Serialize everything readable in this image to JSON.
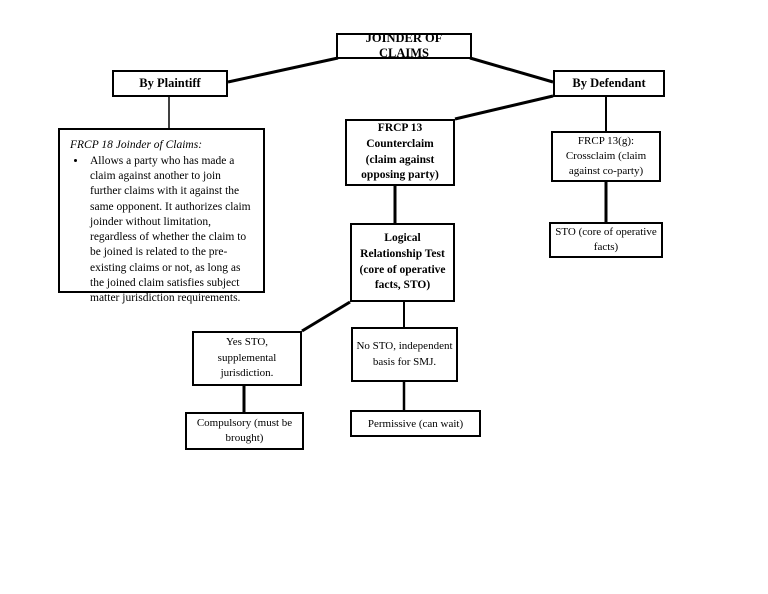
{
  "diagram": {
    "title": "JOINDER OF CLAIMS",
    "nodes": {
      "root": {
        "label": "JOINDER OF CLAIMS"
      },
      "by_plaintiff": {
        "label": "By Plaintiff"
      },
      "by_defendant": {
        "label": "By Defendant"
      },
      "frcp18": {
        "heading": "FRCP 18 Joinder of Claims:",
        "bullets": [
          "Allows a party who has made a claim against another to join further claims with it against the same opponent. It authorizes claim joinder without limitation, regardless of whether the claim to be joined is related to the pre-existing claims or not, as long as the joined claim satisfies subject matter jurisdiction requirements."
        ]
      },
      "frcp13": {
        "label": "FRCP 13 Counterclaim (claim against opposing party)"
      },
      "frcp13g": {
        "label": "FRCP 13(g): Crossclaim (claim against co-party)"
      },
      "sto_right": {
        "label": "STO (core of operative facts)"
      },
      "logical_test": {
        "label": "Logical Relationship Test (core of operative facts, STO)"
      },
      "yes_sto": {
        "label": "Yes STO, supplemental jurisdiction."
      },
      "no_sto": {
        "label": "No STO, independent basis for SMJ."
      },
      "compulsory": {
        "label": "Compulsory (must be brought)"
      },
      "permissive": {
        "label": "Permissive (can wait)"
      }
    },
    "colors": {
      "line": "#000000",
      "background": "#ffffff",
      "text": "#000000"
    }
  }
}
